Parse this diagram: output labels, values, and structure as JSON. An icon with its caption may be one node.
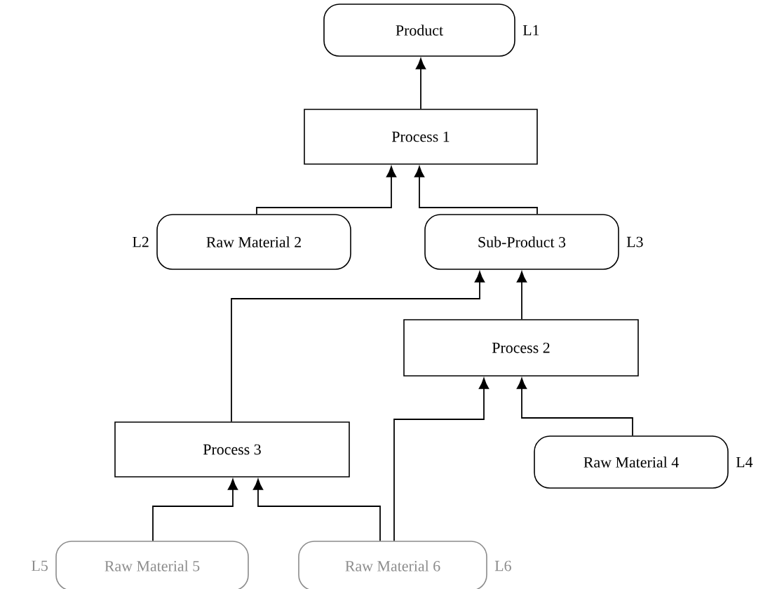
{
  "diagram": {
    "nodes": [
      {
        "text": [
          "Product"
        ],
        "beside": [
          "L1"
        ]
      },
      {
        "text": [
          "Process 1"
        ]
      },
      {
        "text": [
          "Raw Material 2"
        ],
        "beside": [
          "L2"
        ]
      },
      {
        "text": [
          "Sub-Product 3"
        ],
        "beside": [
          "L3"
        ]
      },
      {
        "text": [
          "Process 2"
        ]
      },
      {
        "text": [
          "Process 3"
        ]
      },
      {
        "text": [
          "Raw Material 4"
        ],
        "beside": [
          "L4"
        ]
      },
      {
        "text": [
          "Raw Material 5"
        ],
        "beside": [
          "L5"
        ]
      },
      {
        "text": [
          "Raw Material 6"
        ],
        "beside": [
          "L6"
        ]
      }
    ],
    "edges": [
      {
        "from": 1,
        "to": 0,
        "arrow": "to"
      },
      {
        "from": 2,
        "to": 1,
        "arrow": "to"
      },
      {
        "from": 3,
        "to": 1,
        "arrow": "to"
      },
      {
        "from": 4,
        "to": 3,
        "arrow": "to"
      },
      {
        "from": 5,
        "to": 3,
        "arrow": "to"
      },
      {
        "from": 8,
        "to": 4,
        "arrow": "to"
      },
      {
        "from": 6,
        "to": 4,
        "arrow": "to"
      },
      {
        "from": 7,
        "to": 5,
        "arrow": "to"
      },
      {
        "from": 8,
        "to": 5,
        "arrow": "to"
      }
    ]
  }
}
